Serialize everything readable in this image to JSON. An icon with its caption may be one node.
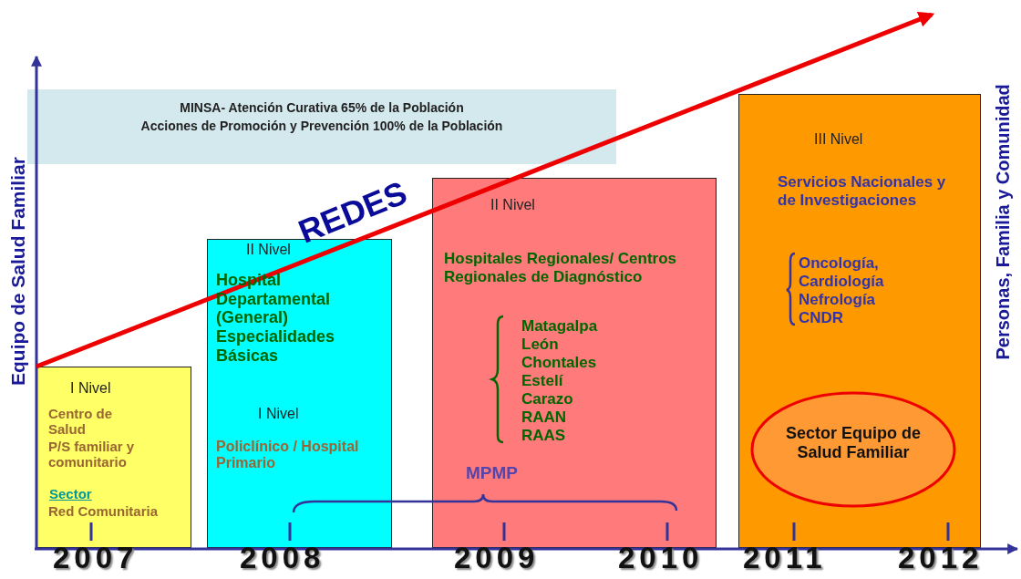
{
  "diagram": {
    "nodes": [
      {
        "text": [
          "MINSA- Atención Curativa 65% de la Población",
          "Acciones de Promoción y Prevención 100% de la Población"
        ]
      },
      {
        "text": [
          "I Nivel",
          "Centro de Salud",
          "P/S familiar y comunitario",
          "Sector",
          "Red Comunitaria"
        ]
      },
      {
        "text": [
          "II Nivel",
          "Hospital Departamental (General) Especialidades Básicas",
          "I Nivel",
          "Policlínico / Hospital Primario"
        ]
      },
      {
        "text": [
          "II Nivel",
          "Hospitales Regionales/ Centros Regionales de Diagnóstico",
          "Matagalpa",
          "León",
          "Chontales",
          "Estelí",
          "Carazo",
          "RAAN",
          "RAAS"
        ]
      },
      {
        "text": [
          "III Nivel",
          "Servicios Nacionales y de Investigaciones",
          "Oncología,",
          "Cardiología",
          "Nefrología",
          "CNDR"
        ]
      },
      {
        "text": [
          "Sector Equipo de Salud Familiar"
        ],
        "in": 4
      }
    ],
    "labels": [
      "Equipo de Salud Familiar",
      "Personas, Familia y Comunidad",
      "REDES",
      "MPMP",
      "2007",
      "2008",
      "2009",
      "2010",
      "2011",
      "2012"
    ]
  }
}
